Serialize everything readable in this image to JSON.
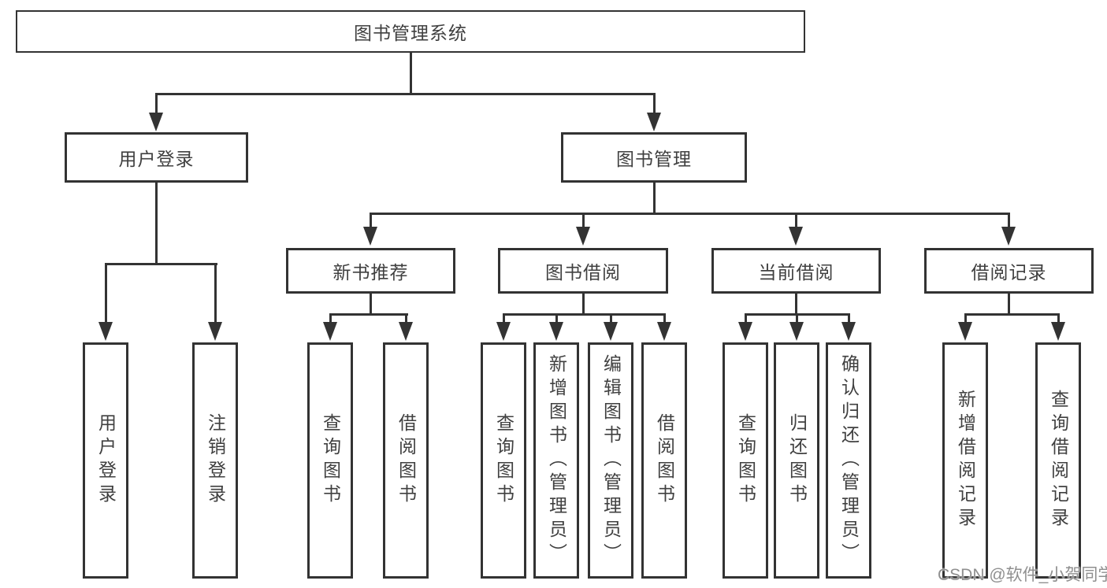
{
  "colors": {
    "line": "#333333",
    "box_border": "#333333",
    "text": "#404040",
    "watermark": "#8f8f8f",
    "background": "#ffffff"
  },
  "watermark": {
    "text": "CSDN @软件_小贺同学"
  },
  "diagram": {
    "type": "hierarchy-tree",
    "root": {
      "label": "图书管理系统"
    },
    "branches": [
      {
        "label": "用户登录",
        "children": [
          {
            "label": "用户登录"
          },
          {
            "label": "注销登录"
          }
        ]
      },
      {
        "label": "图书管理",
        "sections": [
          {
            "label": "新书推荐",
            "children": [
              {
                "label": "查询图书"
              },
              {
                "label": "借阅图书"
              }
            ]
          },
          {
            "label": "图书借阅",
            "children": [
              {
                "label": "查询图书"
              },
              {
                "label": "新增图书（管理员）"
              },
              {
                "label": "编辑图书（管理员）"
              },
              {
                "label": "借阅图书"
              }
            ]
          },
          {
            "label": "当前借阅",
            "children": [
              {
                "label": "查询图书"
              },
              {
                "label": "归还图书"
              },
              {
                "label": "确认归还（管理员）"
              }
            ]
          },
          {
            "label": "借阅记录",
            "children": [
              {
                "label": "新增借阅记录"
              },
              {
                "label": "查询借阅记录"
              }
            ]
          }
        ]
      }
    ]
  }
}
